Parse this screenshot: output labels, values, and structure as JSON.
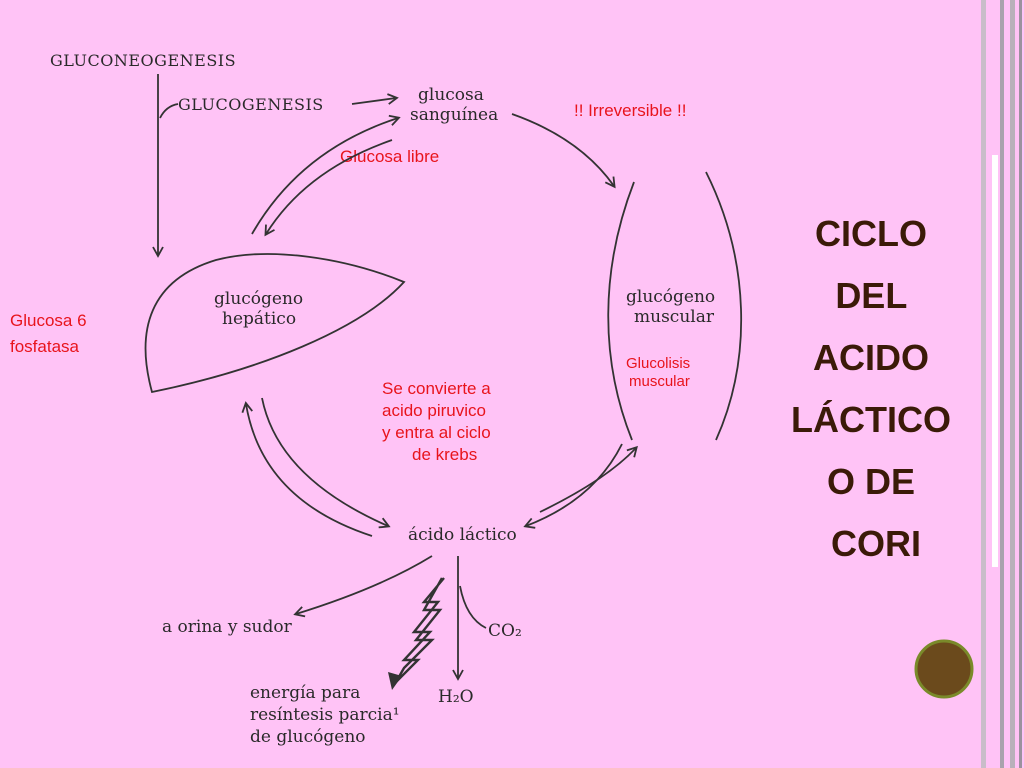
{
  "diagram": {
    "gluconeogenesis": "GLUCONEOGENESIS",
    "glucogenesis": "GLUCOGENESIS",
    "glucosa_sanguinea": [
      "glucosa",
      "sanguínea"
    ],
    "glucosa_libre": "Glucosa libre",
    "irreversible": "!! Irreversible !!",
    "glucogeno_hepatico": [
      "glucógeno",
      "hepático"
    ],
    "glucosa_6_fosfatasa": [
      "Glucosa  6",
      "fosfatasa"
    ],
    "glucogeno_muscular": [
      "glucógeno",
      "muscular"
    ],
    "glucolisis_muscular": [
      "Glucolisis",
      "muscular"
    ],
    "piruvico_note": [
      "Se convierte a",
      "acido piruvico",
      "y entra al ciclo",
      "de krebs"
    ],
    "acido_lactico": "ácido láctico",
    "orina_sudor": "a orina y sudor",
    "co2": "CO₂",
    "h2o": "H₂O",
    "energia": [
      "energía para",
      "resíntesis parcia¹",
      "de glucógeno"
    ]
  },
  "title": [
    "CICLO",
    "DEL",
    "ACIDO",
    "LÁCTICO",
    "O DE",
    "CORI"
  ],
  "colors": {
    "background": "#ffc3f6",
    "accent_red": "#e8141c",
    "title_brown": "#3b1a08",
    "circle_fill": "#6b4a1c",
    "circle_border": "#7a8a2a"
  }
}
